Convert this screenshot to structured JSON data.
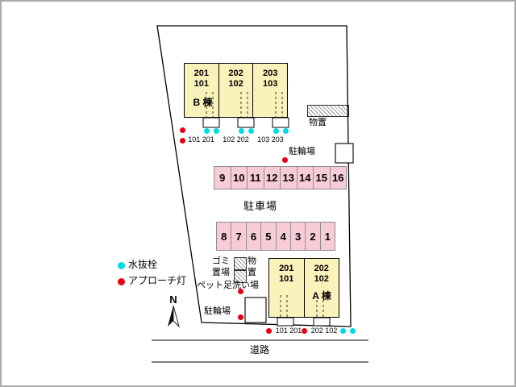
{
  "legend": {
    "water": "水抜栓",
    "light": "アプローチ灯"
  },
  "compass": {
    "n": "N"
  },
  "road": {
    "label": "道路"
  },
  "areas": {
    "storage_top": "物置",
    "bike_top": "駐輪場",
    "bike_bottom": "駐輪場",
    "parking": "駐車場",
    "garbage_l1": "ゴミ",
    "garbage_l2": "置場",
    "storage_small_l1": "物",
    "storage_small_l2": "置",
    "pet_wash": "ペット足洗い場"
  },
  "building_b": {
    "name": "B 棟",
    "units": [
      {
        "upper": "201",
        "lower": "101",
        "tag": "101 201"
      },
      {
        "upper": "202",
        "lower": "102",
        "tag": "102 202"
      },
      {
        "upper": "203",
        "lower": "103",
        "tag": "103 203"
      }
    ]
  },
  "building_a": {
    "name": "A 棟",
    "units": [
      {
        "upper": "201",
        "lower": "101",
        "tag": "101 201"
      },
      {
        "upper": "202",
        "lower": "102",
        "tag": "202 102"
      }
    ]
  },
  "parking_top": [
    "9",
    "10",
    "11",
    "12",
    "13",
    "14",
    "15",
    "16"
  ],
  "parking_bottom": [
    "8",
    "7",
    "6",
    "5",
    "4",
    "3",
    "2",
    "1"
  ],
  "colors": {
    "water": "#00dce6",
    "light": "#e60012",
    "building": "#faf2bb",
    "stall": "#f8ccd6"
  }
}
